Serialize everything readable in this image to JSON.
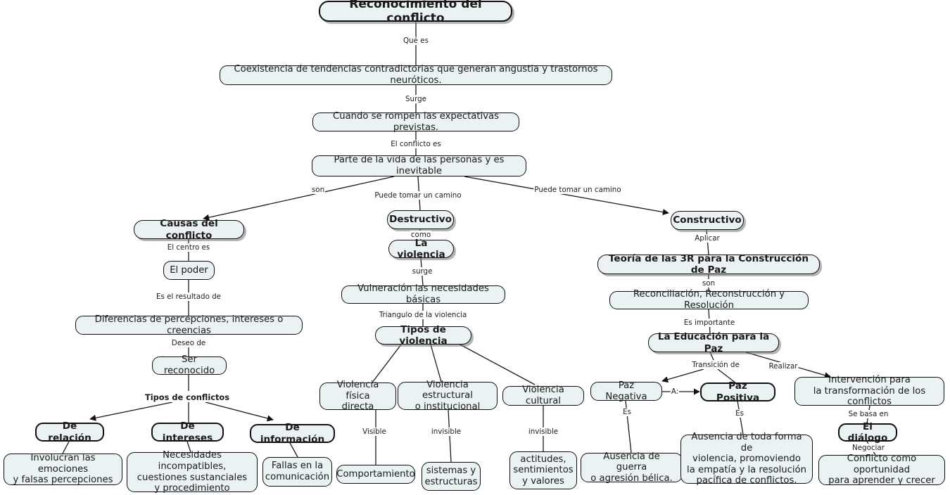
{
  "map": {
    "title": "Reconocimiento del conflicto",
    "style": {
      "node_fill": "#eaf2f4",
      "node_border": "#101010",
      "edge_color": "#1a1a1a",
      "background": "#ffffff",
      "text_color": "#1a1a1a"
    }
  },
  "nodes": {
    "root": "Reconocimiento del conflicto",
    "coexistencia": "Coexistencia de tendencias contradictorias que generan angustia y trastornos neuróticos.",
    "cuando_rompen": "Cuando se rompen las expectativas previstas.",
    "parte_vida": "Parte de la vida de las personas y es inevitable",
    "causas": "Causas del conflicto",
    "destructivo": "Destructivo",
    "constructivo": "Constructivo",
    "el_poder": "El poder",
    "la_violencia": "La violencia",
    "teoria_3r": "Teoría de las 3R para la Construcción de Paz",
    "diferencias": "Diferencias de percepciones, intereses o creencias",
    "vulneracion": "Vulneración las necesidades básicas",
    "reconciliacion": "Reconciliación, Reconstrucción y Resolución",
    "ser_reconocido": "Ser reconocido",
    "tipos_violencia": "Tipos de violencia",
    "educacion_paz": "La Educación para la Paz",
    "paz_negativa": "Paz Negativa",
    "paz_positiva": "Paz Positiva",
    "intervencion": "Intervención para\nla transformación de los conflictos",
    "violencia_fisica": "Violencia física\ndirecta",
    "violencia_estructural": "Violencia estructural\no institucional",
    "violencia_cultural": "Violencia cultural",
    "de_relacion": "De relación",
    "de_intereses": "De intereses",
    "de_informacion": "De información",
    "el_dialogo": "El diálogo",
    "involucran": "Involucran las emociones\ny falsas percepciones",
    "necesidades": "Necesidades incompatibles,\ncuestiones sustanciales\ny procedimiento",
    "fallas": "Fallas en la\ncomunicación",
    "comportamiento": "Comportamiento",
    "sistemas": "sistemas y\nestructuras",
    "actitudes": "actitudes,\nsentimientos\ny valores",
    "ausencia_guerra": "Ausencia de guerra\no agresión bélica.",
    "ausencia_toda": "Ausencia de toda forma de\nviolencia, promoviendo\nla empatía y la resolución\npacífica de conflictos.",
    "conflicto_oportunidad": "Conflicto como oportunidad\npara aprender y crecer"
  },
  "edge_labels": {
    "que_es": "Qué es",
    "surge": "Surge",
    "el_conflicto_es": "El conflicto es",
    "son_causas": "son",
    "puede_tomar_1": "Puede tomar un camino",
    "puede_tomar_2": "Puede tomar un camino",
    "el_centro_es": "El centro es",
    "como": "como",
    "aplicar": "Aplicar",
    "es_el_resultado_de": "Es el resultado de",
    "surge2": "surge",
    "son_3r": "son",
    "deseo_de": "Deseo de",
    "triangulo": "Triangulo de la violencia",
    "es_importante": "Es importante",
    "tipos_de_conflictos": "Tipos de conflictos",
    "transicion_de": "Transición de",
    "realizar": "Realizar",
    "a_dos_puntos": "A:",
    "es_negativa": "Es",
    "es_positiva": "Es",
    "se_basa_en": "Se basa en",
    "negociar": "Negociar",
    "visible": "Visible",
    "invisible_1": "invisible",
    "invisible_2": "invisible"
  }
}
